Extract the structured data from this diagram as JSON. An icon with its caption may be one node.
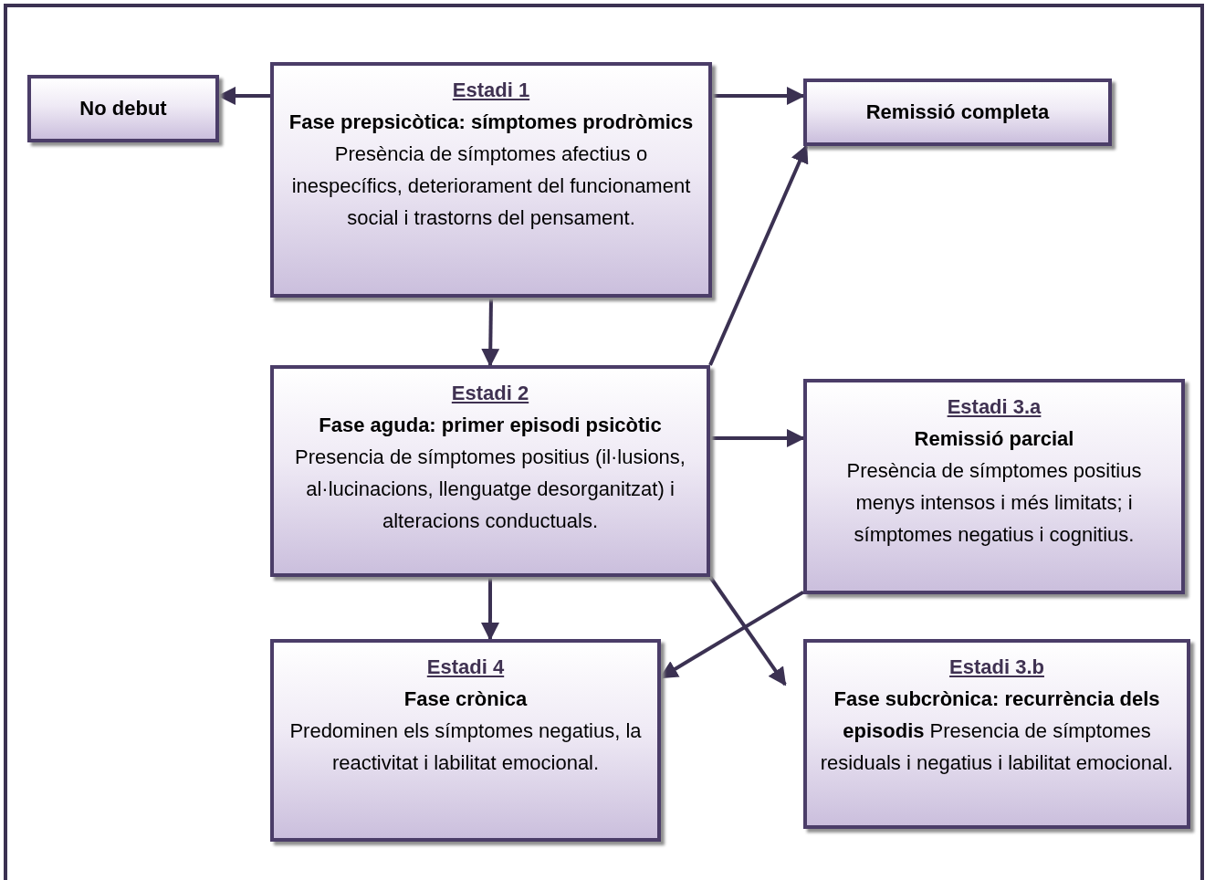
{
  "diagram": {
    "nodes": [
      {
        "text": [
          "No debut"
        ]
      },
      {
        "text": [
          "Estadi 1",
          "**Fase prepsicòtica: símptomes prodròmics** Presència de símptomes afectius o inespecífics, deteriorament del funcionament social i trastorns del pensament."
        ]
      },
      {
        "text": [
          "Remissió completa"
        ]
      },
      {
        "text": [
          "Estadi 2",
          "**Fase aguda: primer episodi psicòtic** Presencia de símptomes positius (il·lusions, al·lucinacions, llenguatge desorganitzat) i alteracions conductuals."
        ]
      },
      {
        "text": [
          "Estadi 3.a",
          "Remissió parcial",
          "Presència de símptomes positius menys intensos i més limitats; i símptomes negatius i cognitius."
        ]
      },
      {
        "text": [
          "Estadi 4",
          "Fase crònica",
          "Predominen els símptomes negatius, la reactivitat i labilitat emocional."
        ]
      },
      {
        "text": [
          "Estadi 3.b",
          "**Fase subcrònica: recurrència dels episodis** Presencia de símptomes residuals i negatius i labilitat emocional."
        ]
      }
    ],
    "edges": [
      {
        "from": 1,
        "to": 0,
        "arrow": "to"
      },
      {
        "from": 1,
        "to": 2,
        "arrow": "to"
      },
      {
        "from": 1,
        "to": 3,
        "arrow": "to"
      },
      {
        "from": 3,
        "to": 2,
        "arrow": "to"
      },
      {
        "from": 3,
        "to": 4,
        "arrow": "to"
      },
      {
        "from": 3,
        "to": 6,
        "arrow": "to"
      },
      {
        "from": 4,
        "to": 5,
        "arrow": "to"
      },
      {
        "from": 3,
        "to": 5,
        "arrow": "to"
      }
    ]
  }
}
